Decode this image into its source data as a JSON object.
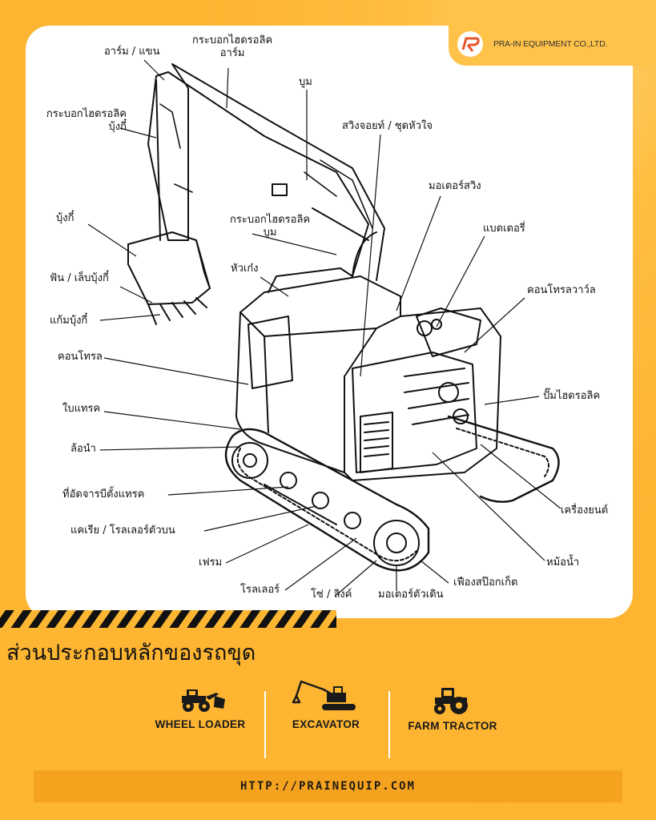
{
  "brand": {
    "name": "PRA-IN EQUIPMENT CO.,LTD."
  },
  "labels": [
    {
      "key": "arm",
      "text": "อาร์ม / แขน"
    },
    {
      "key": "arm_cylinder",
      "text": "กระบอกไฮดรอลิค\nอาร์ม"
    },
    {
      "key": "boom",
      "text": "บูม"
    },
    {
      "key": "swing_joint",
      "text": "สวิงจอยท์ / ชุดหัวใจ"
    },
    {
      "key": "bucket_cylinder",
      "text": "กระบอกไฮดรอลิค\nบุ้งกี๋"
    },
    {
      "key": "swing_motor",
      "text": "มอเตอร์สวิง"
    },
    {
      "key": "boom_cylinder",
      "text": "กระบอกไฮดรอลิค\nบูม"
    },
    {
      "key": "bucket",
      "text": "บุ้งกี๋"
    },
    {
      "key": "battery",
      "text": "แบตเตอรี่"
    },
    {
      "key": "seat",
      "text": "หัวเก๋ง"
    },
    {
      "key": "teeth",
      "text": "ฟัน / เล็บบุ้งกี๋"
    },
    {
      "key": "control_valve",
      "text": "คอนโทรลวาว์ล"
    },
    {
      "key": "bucket_side",
      "text": "แก้มบุ้งกี๋"
    },
    {
      "key": "control",
      "text": "คอนโทรล"
    },
    {
      "key": "hydraulic_pump",
      "text": "ปั๊มไฮดรอลิค"
    },
    {
      "key": "track_shoe",
      "text": "ใบแทรค"
    },
    {
      "key": "idler",
      "text": "ล้อนำ"
    },
    {
      "key": "track_adjuster",
      "text": "ที่อัดจารบีตั้งแทรค"
    },
    {
      "key": "engine",
      "text": "เครื่องยนต์"
    },
    {
      "key": "carrier_roller",
      "text": "แคเรีย / โรลเลอร์ตัวบน"
    },
    {
      "key": "radiator",
      "text": "หม้อน้ำ"
    },
    {
      "key": "frame",
      "text": "เฟรม"
    },
    {
      "key": "sprocket",
      "text": "เฟืองสป๊อกเก็ต"
    },
    {
      "key": "roller",
      "text": "โรลเลอร์"
    },
    {
      "key": "chain_link",
      "text": "โซ่ / ลิงค์"
    },
    {
      "key": "travel_motor",
      "text": "มอเตอร์ตัวเดิน"
    }
  ],
  "title": "ส่วนประกอบหลักของรถขุด",
  "categories": [
    {
      "icon": "wheel-loader-icon",
      "label": "WHEEL LOADER"
    },
    {
      "icon": "excavator-icon",
      "label": "EXCAVATOR"
    },
    {
      "icon": "farm-tractor-icon",
      "label": "FARM TRACTOR"
    }
  ],
  "url": "HTTP://PRAINEQUIP.COM",
  "colors": {
    "background": "#FDB632",
    "card": "#FFFFFF",
    "url_bar": "#F5A21E",
    "brand_accent": "#E8542A"
  }
}
